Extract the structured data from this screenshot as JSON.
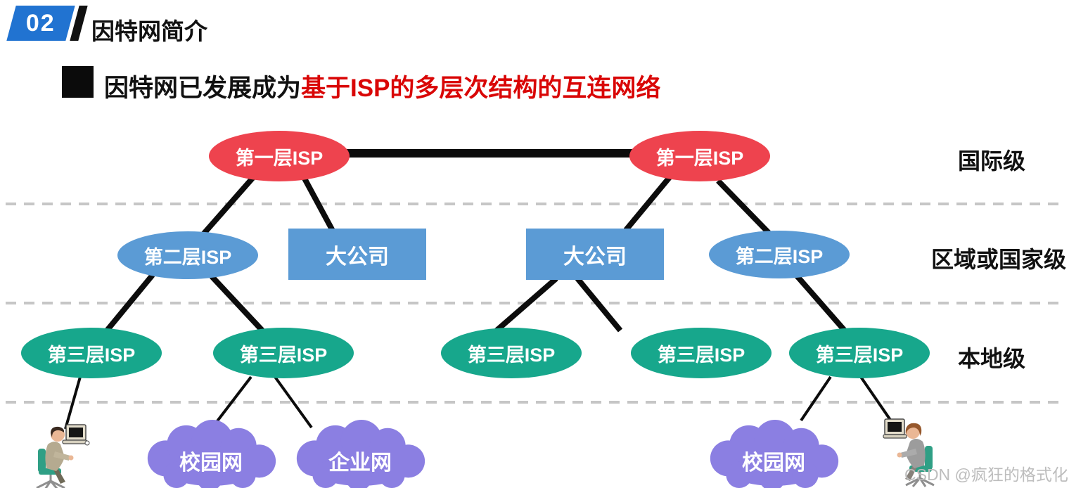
{
  "header": {
    "badge": "02",
    "title": "因特网简介"
  },
  "bullet": {
    "prefix": "因特网已发展成为",
    "highlight": "基于ISP的多层次结构的互连网络"
  },
  "diagram": {
    "tier1_label": "第一层ISP",
    "tier2_label": "第二层ISP",
    "tier3_label": "第三层ISP",
    "company_label": "大公司",
    "cloud_labels": {
      "campus": "校园网",
      "enterprise": "企业网"
    },
    "level_labels": {
      "international": "国际级",
      "regional": "区域或国家级",
      "local": "本地级"
    },
    "colors": {
      "tier1_red": "#ee434e",
      "tier2_blue": "#5b9bd5",
      "tier3_green": "#17a78c",
      "cloud_purple": "#8b7fe2",
      "badge_blue": "#2173d1",
      "highlight_red": "#d90606",
      "dashed_gray": "#c6c6c6"
    }
  },
  "watermark": "CSDN @疯狂的格式化"
}
